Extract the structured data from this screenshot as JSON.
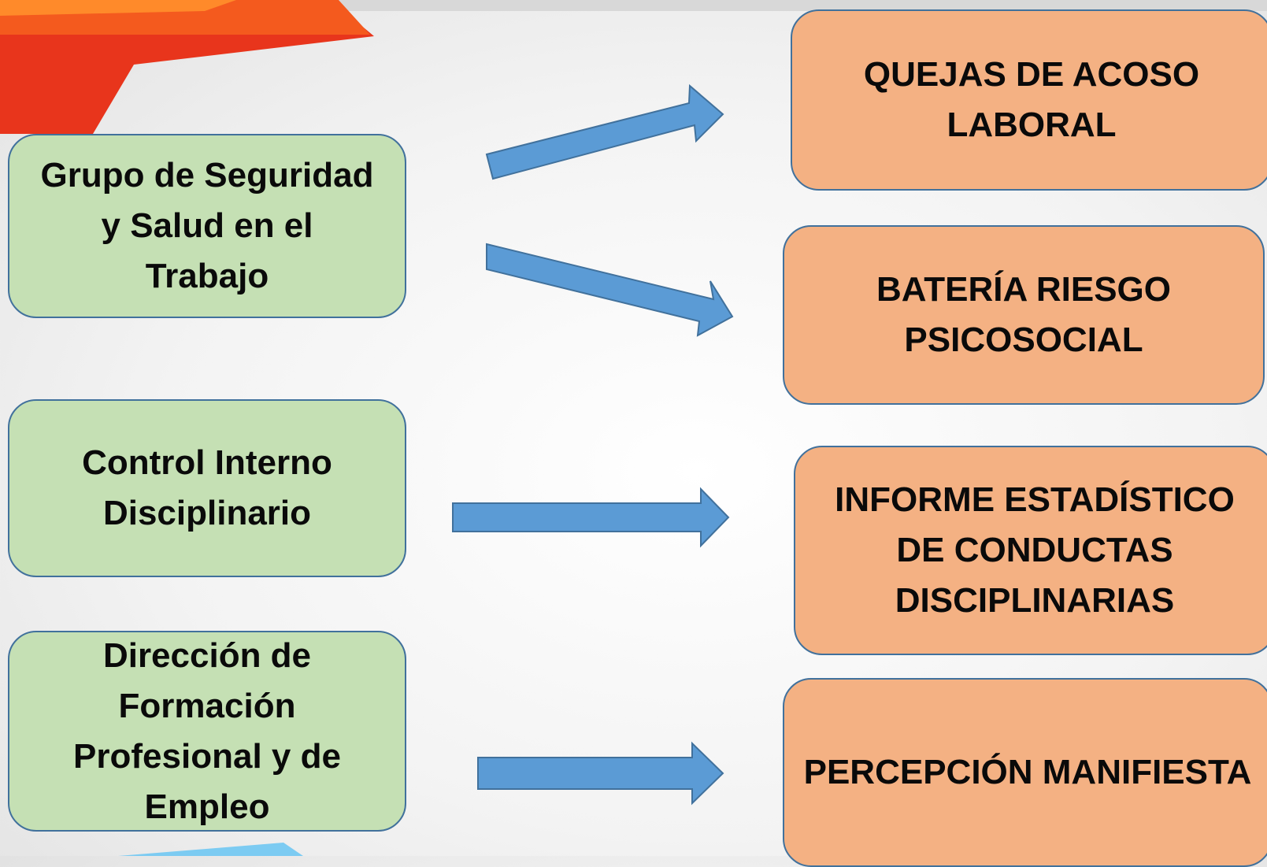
{
  "sources": [
    {
      "label": "Grupo de Seguridad\ny Salud en el\nTrabajo"
    },
    {
      "label": "Control Interno\nDisciplinario"
    },
    {
      "label": "Dirección de\nFormación\nProfesional y de\nEmpleo"
    }
  ],
  "targets": [
    {
      "label": "QUEJAS DE ACOSO\nLABORAL"
    },
    {
      "label": "BATERÍA RIESGO\nPSICOSOCIAL"
    },
    {
      "label": "INFORME ESTADÍSTICO\nDE CONDUCTAS\nDISCIPLINARIAS"
    },
    {
      "label": "PERCEPCIÓN MANIFIESTA"
    }
  ],
  "colors": {
    "source_fill": "#c5e0b4",
    "target_fill": "#f4b183",
    "arrow_fill": "#5b9bd5",
    "box_border": "#41719c",
    "accent_red": "#e63a1e",
    "accent_cyan": "#6fc6f0"
  }
}
